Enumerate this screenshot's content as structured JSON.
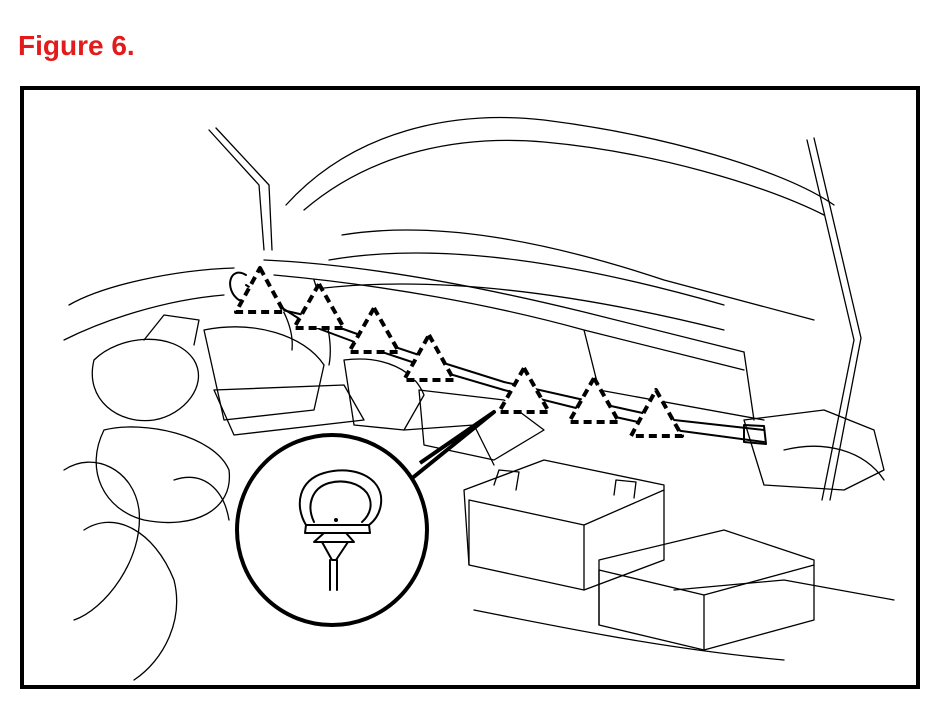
{
  "figure": {
    "title": "Figure 6.",
    "title_color": "#e31b1b",
    "frame_color": "#000000"
  },
  "diagram": {
    "subject": "engine-bay-line-drawing",
    "clip_markers": 7,
    "callout": "clip-detail-magnified"
  }
}
